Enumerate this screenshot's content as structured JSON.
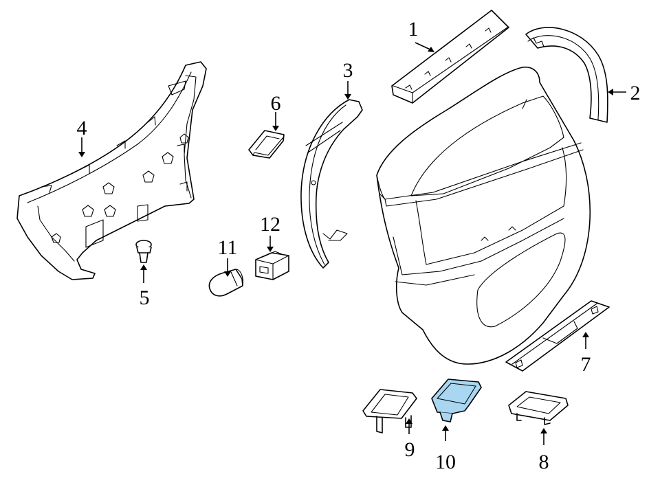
{
  "callouts": {
    "c1": "1",
    "c2": "2",
    "c3": "3",
    "c4": "4",
    "c5": "5",
    "c6": "6",
    "c7": "7",
    "c8": "8",
    "c9": "9",
    "c10": "10",
    "c11": "11",
    "c12": "12"
  },
  "colors": {
    "highlight": "#a9d6f0",
    "line": "#000000",
    "background": "#ffffff"
  }
}
